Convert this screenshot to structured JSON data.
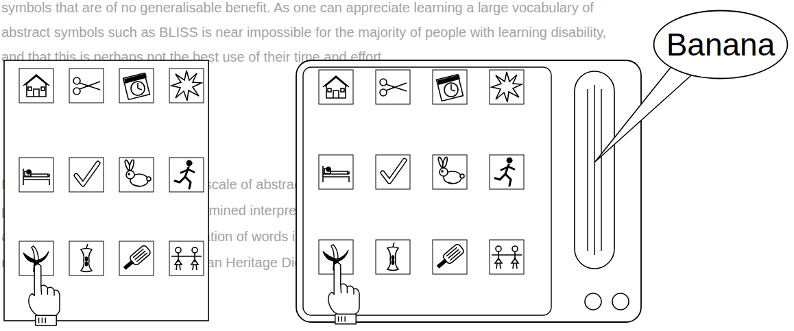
{
  "diagram": {
    "nodes": [
      {
        "text": [
          "Banana"
        ]
      }
    ],
    "labels": [
      "symbols that are of no generalisable benefit. As one can appreciate learning a large vocabulary of",
      "abstract symbols such as BLISS is near impossible for the majority of people with learning disability,",
      "and that this is perhaps not the best use of their time and effort.",
      "For example, in the middle of the scale of abstractness in nature - I might claim a flavour for the",
      "picture of a banana is a very determined interpretation, but how can the banana be pictured",
      "as a 'gloss' (NED) or 'A representation of words in the form of pictures or symbols, often pro",
      "nounced as symbols' (The American Heritage Dictionary of the English Language)."
    ]
  }
}
